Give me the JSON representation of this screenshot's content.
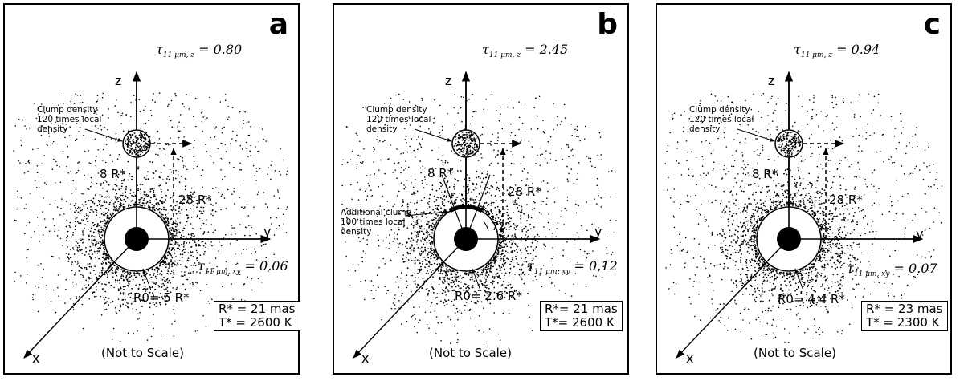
{
  "panels": [
    {
      "letter": "a",
      "tau_z": "0.80",
      "tau_xy": "0.06",
      "clump_label": [
        "Clump density",
        "120 times local",
        "density"
      ],
      "clump_dist": "8 R*",
      "clump_height": "28 R*",
      "inner_radius": "R0= 5 R*",
      "rstar": "R* = 21 mas",
      "tstar": "T* = 2600 K",
      "additional_clump": null,
      "footer": "(Not to Scale)"
    },
    {
      "letter": "b",
      "tau_z": "2.45",
      "tau_xy": "0.12",
      "clump_label": [
        "Clump density",
        "120 times local",
        "density"
      ],
      "clump_dist": "8 R*",
      "clump_height": "28 R*",
      "inner_radius": "R0= 2.6 R*",
      "rstar": "R*= 21 mas",
      "tstar": "T*= 2600 K",
      "additional_clump": [
        "Additional clump",
        "100 times local",
        "density"
      ],
      "angle": "72°",
      "footer": "(Not to Scale)"
    },
    {
      "letter": "c",
      "tau_z": "0.94",
      "tau_xy": "0.07",
      "clump_label": [
        "Clump density",
        "120 times local",
        "density"
      ],
      "clump_dist": "8 R*",
      "clump_height": "28 R*",
      "inner_radius": "R0= 4.4 R*",
      "rstar": "R* = 23 mas",
      "tstar": "T* = 2300 K",
      "additional_clump": null,
      "footer": "(Not to Scale)"
    }
  ],
  "axis_labels": {
    "x": "x",
    "y": "y",
    "z": "z"
  },
  "tau_symbol": "τ",
  "tau_z_sub": "11 μm, z",
  "tau_xy_sub": "11 μm, xy"
}
